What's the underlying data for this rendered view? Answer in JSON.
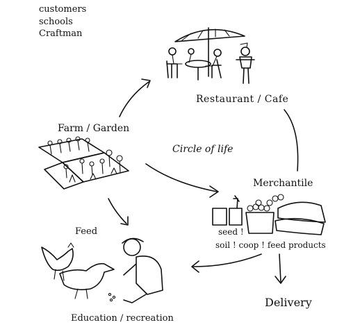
{
  "legend_list": [
    "customers",
    "schools",
    "Craftman"
  ],
  "nodes": {
    "restaurant": "Restaurant / Cafe",
    "farm": "Farm / Garden",
    "merchantile": "Merchantile",
    "feed": "Feed",
    "education": "Education / recreation",
    "delivery": "Delivery"
  },
  "center_label": "Circle of life",
  "merch_items": [
    "seed !",
    "soil ! coop ! feed products"
  ]
}
